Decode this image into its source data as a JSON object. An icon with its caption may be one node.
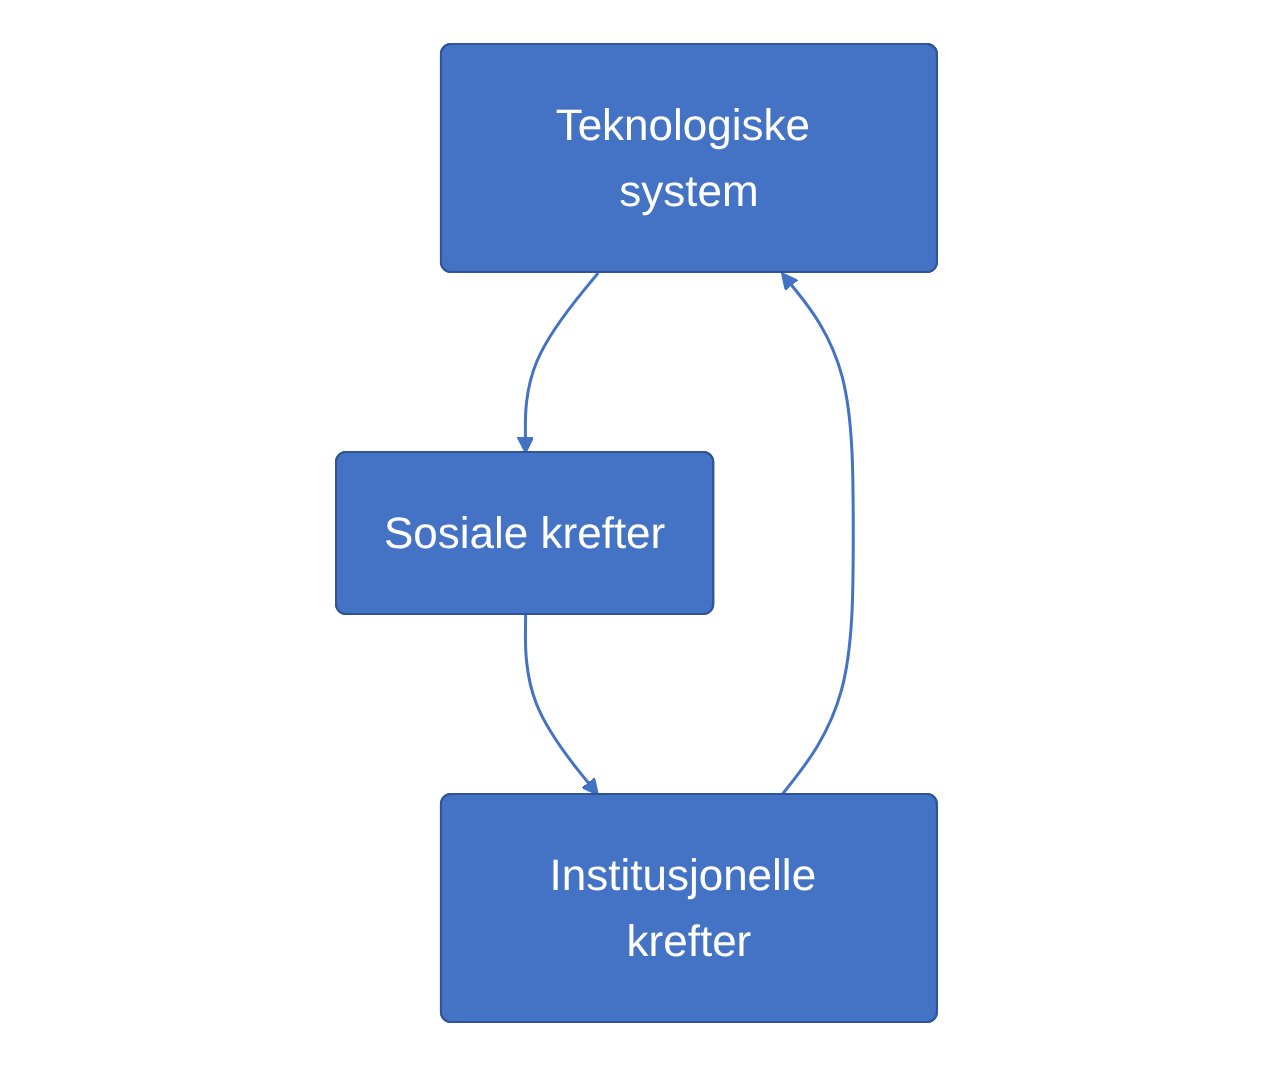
{
  "diagram": {
    "nodes": [
      {
        "text": [
          "Teknologiske system"
        ]
      },
      {
        "text": [
          "Institusjonelle krefter"
        ]
      },
      {
        "text": [
          "Sosiale krefter"
        ]
      }
    ],
    "edges": [
      {
        "from": 0,
        "to": 2,
        "arrow": "to"
      },
      {
        "from": 2,
        "to": 1,
        "arrow": "to"
      },
      {
        "from": 1,
        "to": 0,
        "arrow": "to"
      }
    ]
  }
}
